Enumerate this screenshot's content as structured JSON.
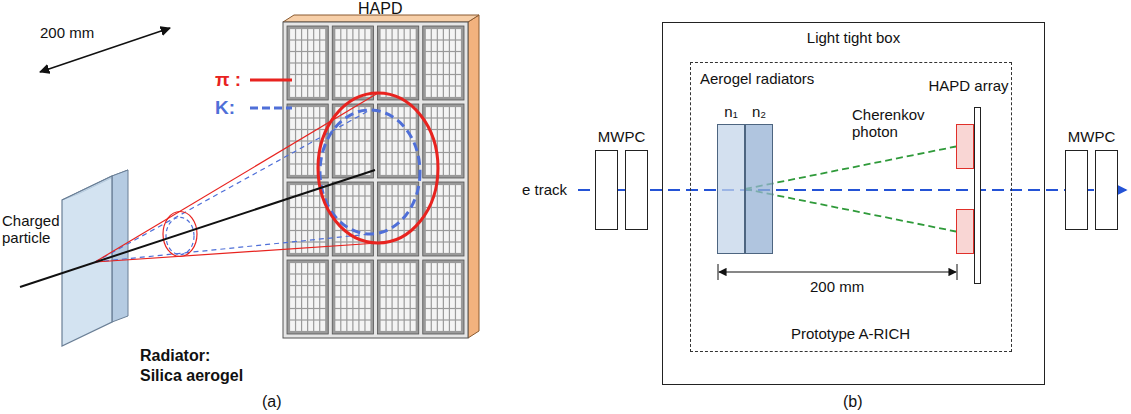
{
  "diagram": {
    "nodes": [
      {
        "text": [
          "MWPC"
        ]
      },
      {
        "text": [
          "Light tight box"
        ]
      },
      {
        "text": [
          "Prototype A-RICH"
        ],
        "in": 1
      },
      {
        "text": [
          "n₁"
        ],
        "in": 2
      },
      {
        "text": [
          "n₂"
        ],
        "in": 2
      },
      {
        "text": [
          "HAPD array"
        ],
        "in": 2
      },
      {
        "text": [
          "MWPC"
        ]
      }
    ],
    "edges": [
      {
        "from": 3,
        "to": 5,
        "arrow": "none",
        "label": "Cherenkov photon"
      },
      {
        "from": 3,
        "to": 5,
        "arrow": "none"
      }
    ],
    "labels": [
      "200 mm",
      "HAPD",
      "Charged particle",
      "Radiator:",
      "Silica aerogel",
      "(a)",
      "e track",
      "Aerogel radiators",
      "200 mm",
      "(b)"
    ],
    "legend": [
      {
        "text": "π :"
      },
      {
        "text": "K:"
      }
    ]
  }
}
